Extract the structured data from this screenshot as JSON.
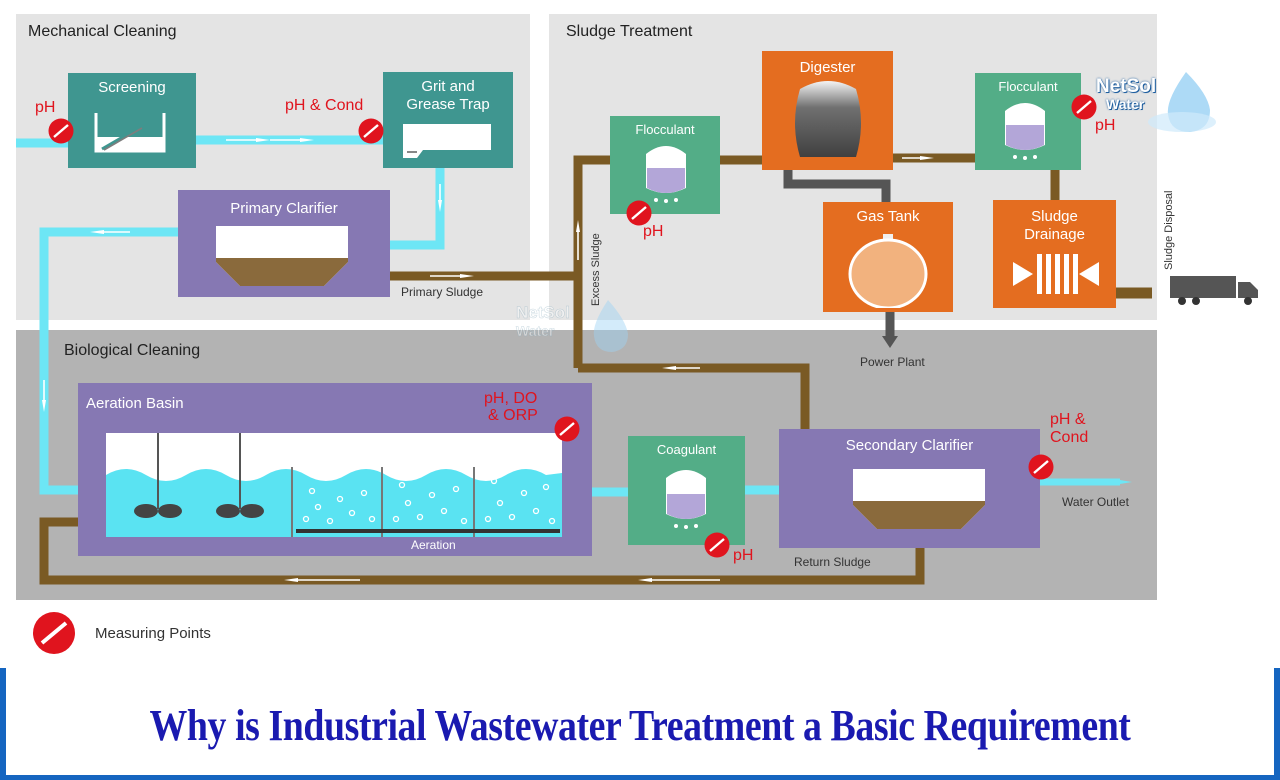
{
  "sections": {
    "mechanical": "Mechanical Cleaning",
    "sludge": "Sludge Treatment",
    "biological": "Biological Cleaning"
  },
  "units": {
    "screening": "Screening",
    "grit_line1": "Grit and",
    "grit_line2": "Grease Trap",
    "primary_clarifier": "Primary Clarifier",
    "flocculant_left": "Flocculant",
    "digester": "Digester",
    "flocculant_right": "Flocculant",
    "gas_tank": "Gas Tank",
    "sludge_drainage_line1": "Sludge",
    "sludge_drainage_line2": "Drainage",
    "aeration_basin": "Aeration Basin",
    "coagulant": "Coagulant",
    "secondary_clarifier": "Secondary Clarifier"
  },
  "flow_labels": {
    "primary_sludge": "Primary Sludge",
    "excess_sludge": "Excess Sludge",
    "power_plant": "Power Plant",
    "sludge_disposal": "Sludge Disposal",
    "aeration": "Aeration",
    "return_sludge": "Return Sludge",
    "water_outlet": "Water Outlet"
  },
  "measurements": {
    "screening_in": "pH",
    "grit_in": "pH & Cond",
    "flocculant_left": "pH",
    "flocculant_right": "pH",
    "aeration_line1": "pH, DO",
    "aeration_line2": "& ORP",
    "coagulant": "pH",
    "secondary_line1": "pH &",
    "secondary_line2": "Cond"
  },
  "legend": {
    "measuring_points": "Measuring Points"
  },
  "logo": {
    "line1": "NetSol",
    "line2": "Water"
  },
  "banner": {
    "title": "Why is Industrial Wastewater Treatment a Basic Requirement"
  },
  "colors": {
    "section_bg": "#e4e4e4",
    "bio_bg": "#b3b3b3",
    "teal_unit": "#3f9690",
    "green_unit": "#53ad87",
    "purple_unit": "#8678b3",
    "orange_unit": "#e46d20",
    "water_pipe": "#6de6f5",
    "sludge_pipe": "#7a5a24",
    "gas_pipe": "#555555",
    "measure_red": "#e0141e",
    "banner_blue": "#1a1ab0",
    "frame_blue": "#1565c0"
  }
}
